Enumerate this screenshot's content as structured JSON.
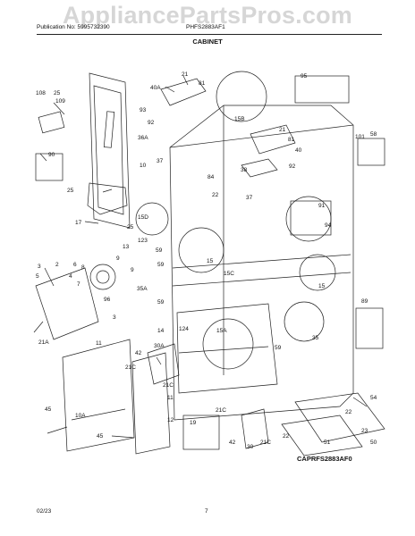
{
  "watermark": "AppliancePartsPros.com",
  "header": {
    "publication": "Publication No: 5995732390",
    "model": "PHFS2883AF1",
    "title": "CABINET"
  },
  "footer": {
    "date": "02/23",
    "page": "7",
    "code": "CAPRFS2883AF0"
  },
  "callouts": [
    "21",
    "40A",
    "81",
    "108",
    "25",
    "109",
    "93",
    "95",
    "92",
    "15B",
    "36A",
    "21",
    "81",
    "40",
    "101",
    "58",
    "90",
    "37",
    "38",
    "92",
    "10",
    "84",
    "22",
    "37",
    "25",
    "15D",
    "91",
    "94",
    "17",
    "25",
    "123",
    "13",
    "15",
    "59",
    "9",
    "8",
    "9",
    "7",
    "15C",
    "59",
    "15",
    "35A",
    "3",
    "2",
    "6",
    "5",
    "4",
    "96",
    "3",
    "59",
    "89",
    "21A",
    "14",
    "11",
    "124",
    "15A",
    "59",
    "35",
    "42",
    "30A",
    "21C",
    "21C",
    "11",
    "10A",
    "45",
    "12",
    "19",
    "21C",
    "54",
    "22",
    "45",
    "42",
    "30",
    "21C",
    "22",
    "51",
    "50",
    "23"
  ]
}
